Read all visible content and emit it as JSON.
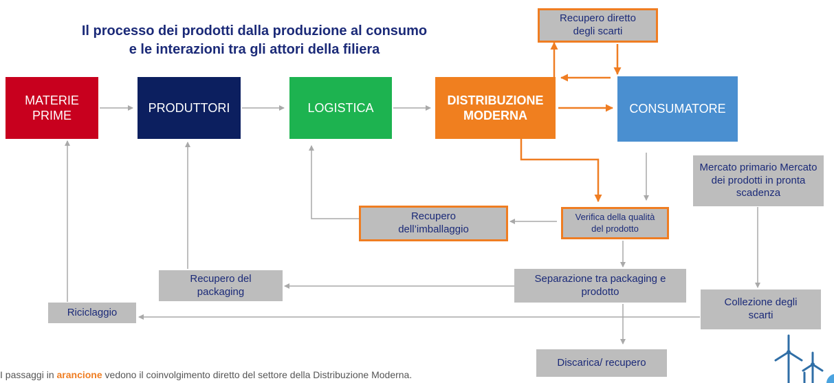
{
  "title": {
    "line1": "Il processo dei prodotti dalla produzione al consumo",
    "line2": "e le interazioni tra gli attori della filiera"
  },
  "colors": {
    "materie_prime": "#c8001e",
    "produttori": "#0c1f5f",
    "logistica": "#1db350",
    "distribuzione": "#f07f1f",
    "consumatore": "#4a8fd0",
    "grey_box": "#bdbdbd",
    "orange_arrow": "#ef7d22",
    "grey_arrow": "#a9a9a9"
  },
  "chain": {
    "materie_prime": "MATERIE PRIME",
    "produttori": "PRODUTTORI",
    "logistica": "LOGISTICA",
    "distribuzione": "DISTRIBUZIONE MODERNA",
    "consumatore": "CONSUMATORE"
  },
  "boxes": {
    "recupero_diretto": "Recupero diretto degli scarti",
    "mercato": "Mercato primario Mercato dei prodotti in pronta scadenza",
    "verifica": "Verifica della qualità del prodotto",
    "recupero_imballaggio": "Recupero dell’imballaggio",
    "separazione": "Separazione tra packaging e prodotto",
    "recupero_packaging": "Recupero del packaging",
    "riciclaggio": "Riciclaggio",
    "collezione": "Collezione degli scarti",
    "discarica": "Discarica/ recupero"
  },
  "footnote": {
    "before": "I passaggi in ",
    "highlight": "arancione",
    "after": " vedono il coinvolgimento diretto del settore della Distribuzione Moderna."
  },
  "decoration": {
    "image_icon": "wind-turbines-icon"
  }
}
